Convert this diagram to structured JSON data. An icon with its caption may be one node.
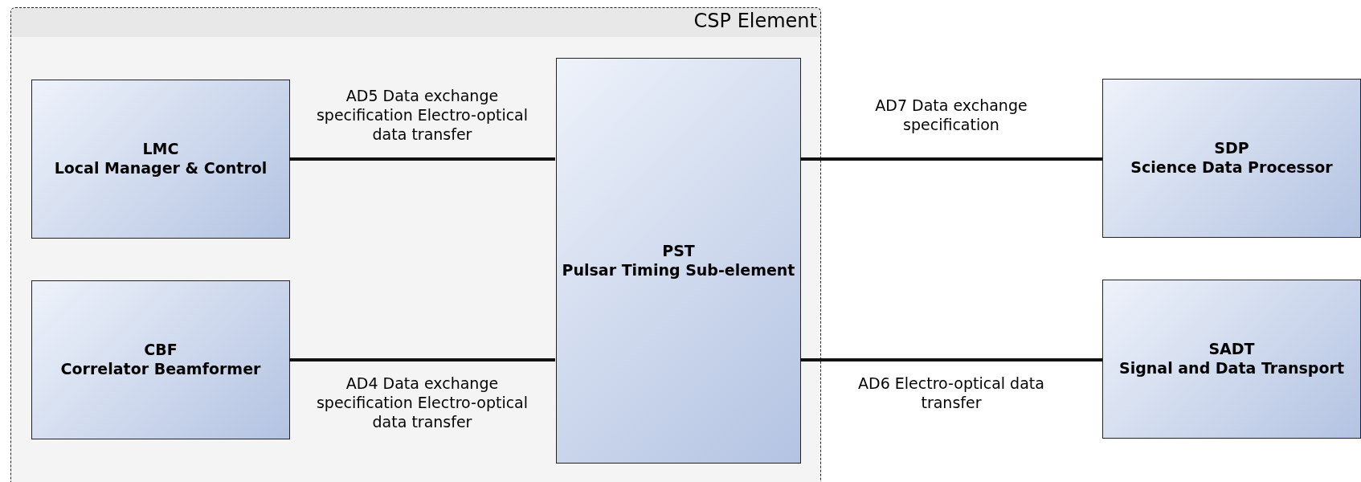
{
  "diagram": {
    "nodes": [
      {
        "text": [
          "CSP Element"
        ]
      },
      {
        "text": [
          "LMC",
          "Local Manager & Control"
        ],
        "in": 0
      },
      {
        "text": [
          "CBF",
          "Correlator Beamformer"
        ],
        "in": 0
      },
      {
        "text": [
          "PST",
          "Pulsar Timing Sub-element"
        ],
        "in": 0
      },
      {
        "text": [
          "SDP",
          "Science Data Processor"
        ]
      },
      {
        "text": [
          "SADT",
          "Signal and Data Transport"
        ]
      }
    ],
    "edges": [
      {
        "from": 1,
        "to": 3,
        "arrow": "none",
        "label": "AD5 Data exchange specification Electro-optical data transfer"
      },
      {
        "from": 2,
        "to": 3,
        "arrow": "none",
        "label": "AD4 Data exchange specification Electro-optical data transfer"
      },
      {
        "from": 3,
        "to": 4,
        "arrow": "none",
        "label": "AD7 Data exchange specification"
      },
      {
        "from": 3,
        "to": 5,
        "arrow": "none",
        "label": "AD6 Electro-optical data transfer"
      }
    ]
  }
}
